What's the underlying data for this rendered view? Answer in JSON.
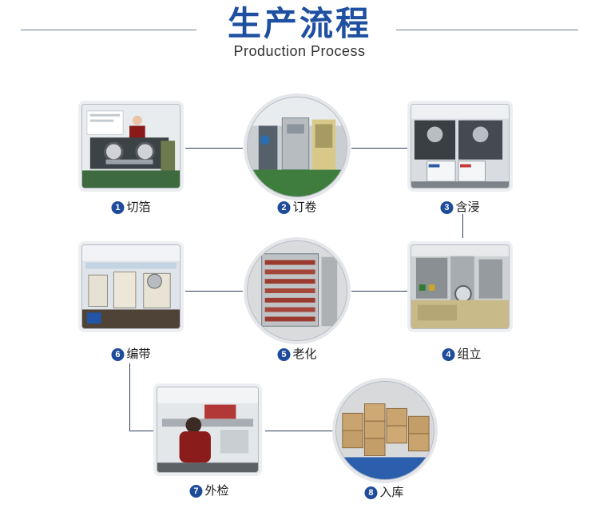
{
  "header": {
    "title_zh": "生产流程",
    "title_en": "Production Process"
  },
  "colors": {
    "title": "#1e4fa0",
    "badge": "#1f4c9a",
    "connector": "#2b3f58"
  },
  "steps": [
    {
      "num": "1",
      "label": "切箔",
      "photo_icon": "foil-cutting-machine-photo"
    },
    {
      "num": "2",
      "label": "订卷",
      "photo_icon": "winding-machine-photo"
    },
    {
      "num": "3",
      "label": "含浸",
      "photo_icon": "impregnation-tanks-photo"
    },
    {
      "num": "4",
      "label": "组立",
      "photo_icon": "assembly-machine-photo"
    },
    {
      "num": "5",
      "label": "老化",
      "photo_icon": "aging-rack-photo"
    },
    {
      "num": "6",
      "label": "编带",
      "photo_icon": "taping-line-photo"
    },
    {
      "num": "7",
      "label": "外检",
      "photo_icon": "visual-inspection-photo"
    },
    {
      "num": "8",
      "label": "入库",
      "photo_icon": "warehouse-boxes-photo"
    }
  ]
}
